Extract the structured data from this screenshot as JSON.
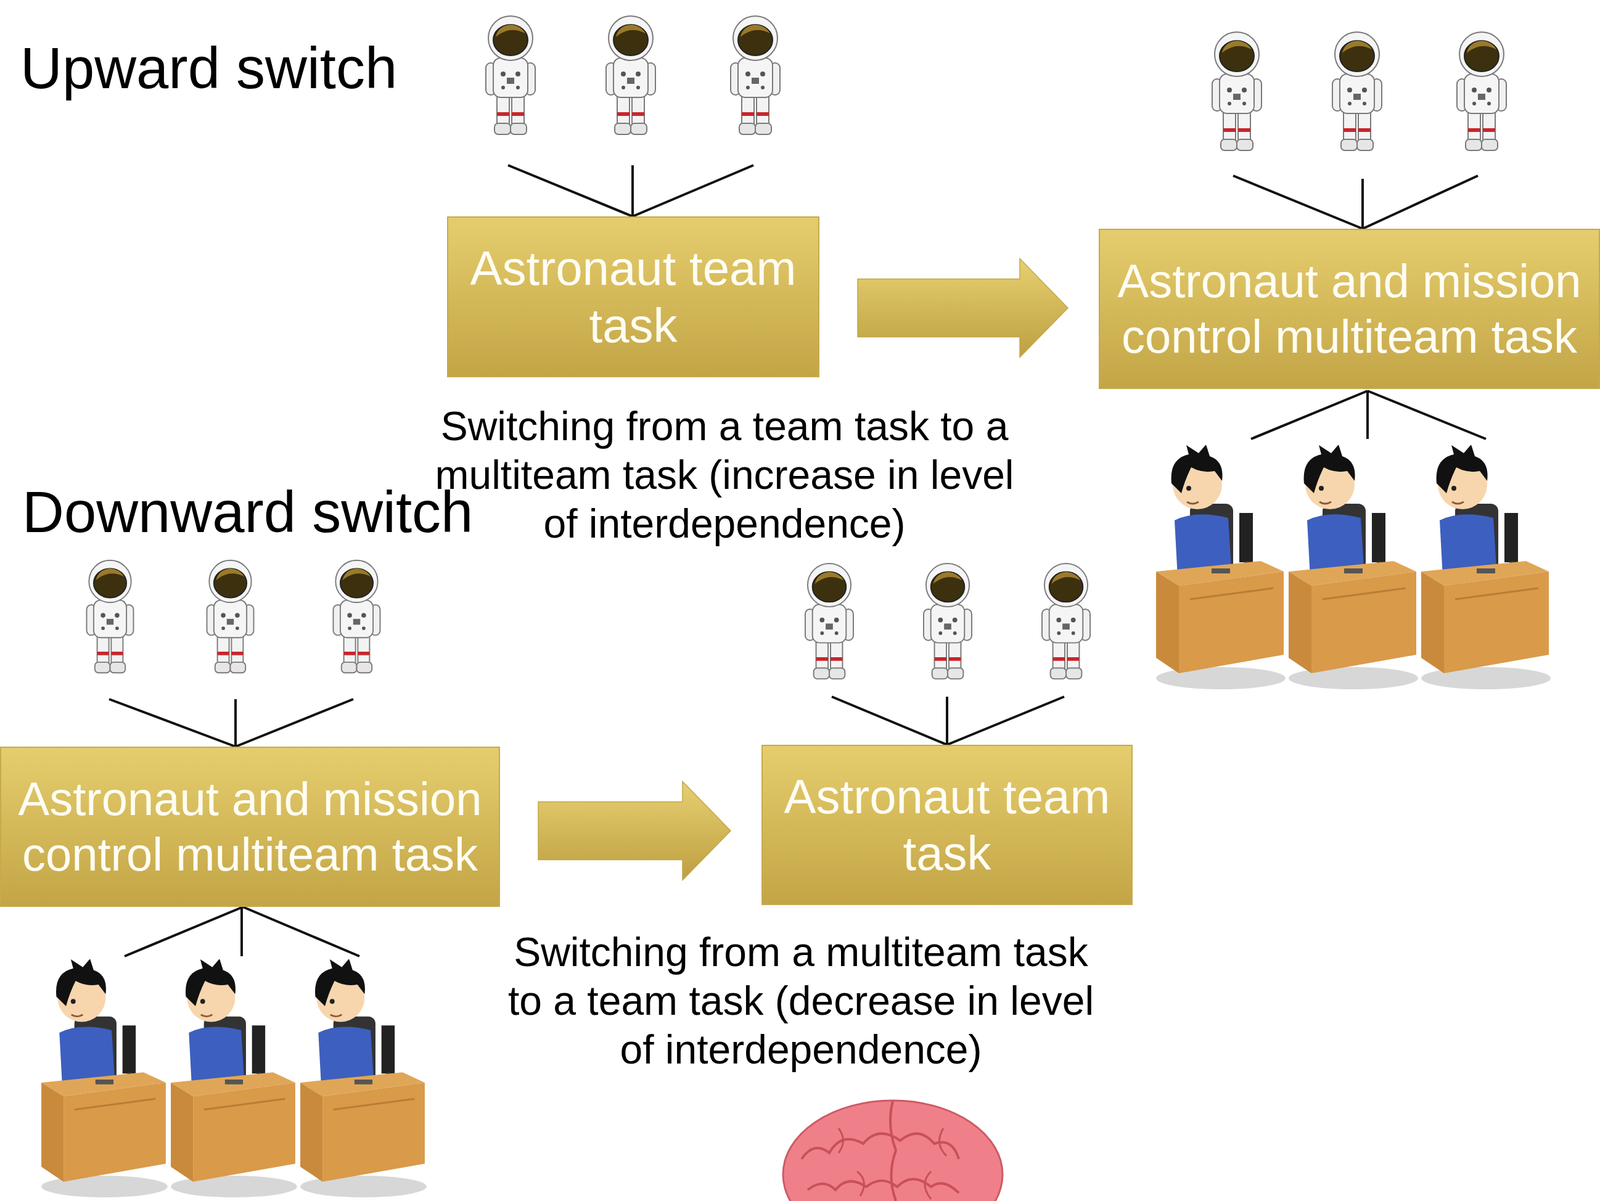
{
  "diagram": {
    "nodes": [
      {
        "text": [
          "Astronaut team task"
        ]
      },
      {
        "text": [
          "Astronaut and mission control multiteam task"
        ]
      },
      {
        "text": [
          "Astronaut and mission control multiteam task"
        ]
      },
      {
        "text": [
          "Astronaut team task"
        ]
      }
    ],
    "edges": [
      {
        "from": 0,
        "to": 1,
        "arrow": "to"
      },
      {
        "from": 2,
        "to": 3,
        "arrow": "to"
      }
    ],
    "labels": [
      "Upward switch",
      "Switching from a team task to a multiteam task (increase in level of interdependence)",
      "Downward switch",
      "Switching from a multiteam task to a team task (decrease in level of interdependence)"
    ]
  }
}
